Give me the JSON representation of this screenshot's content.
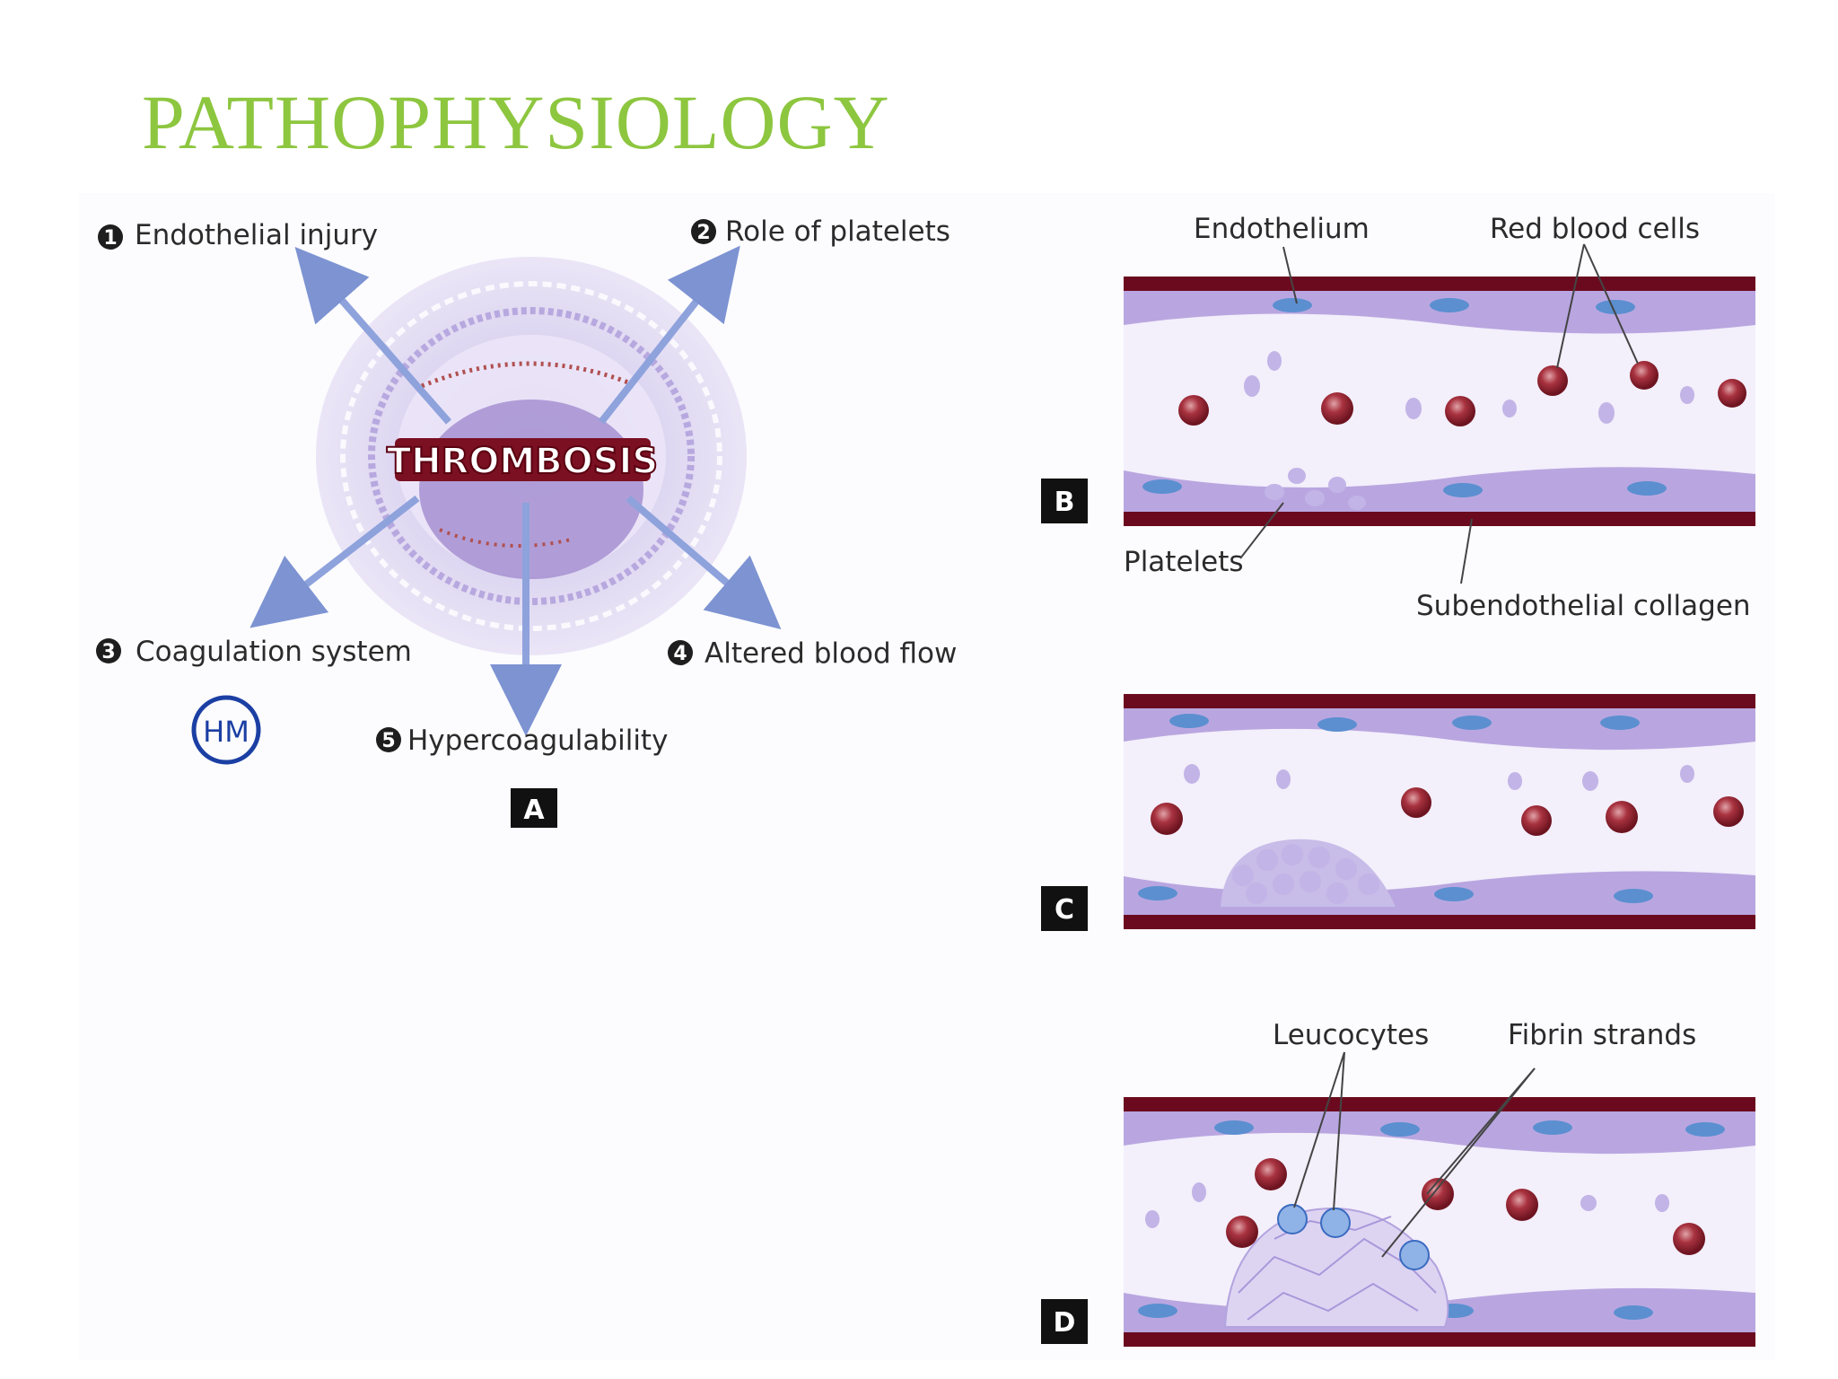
{
  "title": "PATHOPHYSIOLOGY",
  "panel_a": {
    "center_label": "THROMBOSIS",
    "factors": [
      {
        "num": "1",
        "label": "Endothelial injury"
      },
      {
        "num": "2",
        "label": "Role of platelets"
      },
      {
        "num": "3",
        "label": "Coagulation system"
      },
      {
        "num": "4",
        "label": "Altered blood flow"
      },
      {
        "num": "5",
        "label": "Hypercoagulability"
      }
    ],
    "logo_text": "HM",
    "panel_letter": "A"
  },
  "panel_b": {
    "labels": {
      "endothelium": "Endothelium",
      "red_blood_cells": "Red blood cells",
      "platelets": "Platelets",
      "collagen": "Subendothelial collagen"
    },
    "panel_letter": "B"
  },
  "panel_c": {
    "panel_letter": "C"
  },
  "panel_d": {
    "labels": {
      "leucocytes": "Leucocytes",
      "fibrin": "Fibrin strands"
    },
    "panel_letter": "D"
  },
  "colors": {
    "title_green": "#8dc63f",
    "vessel_wall": "#6b0a1e",
    "endothelium_purple": "#b9a6e0",
    "lumen": "#f3effb",
    "rbc": "#9c2a38",
    "endothelial_nucleus": "#5b8fd0"
  }
}
